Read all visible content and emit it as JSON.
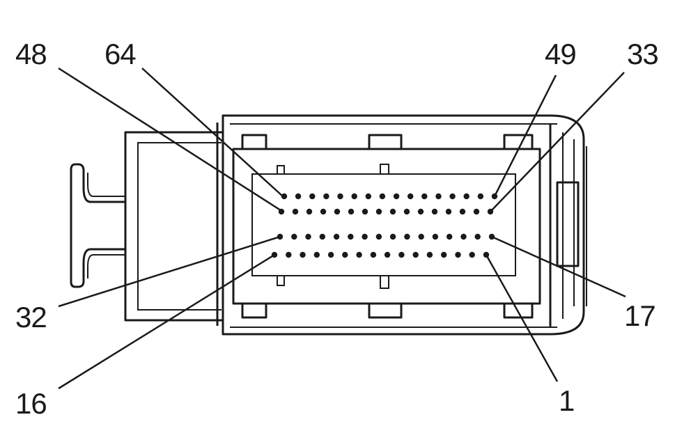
{
  "diagram": {
    "pin_labels": {
      "p48": "48",
      "p64": "64",
      "p49": "49",
      "p33": "33",
      "p32": "32",
      "p16": "16",
      "p17": "17",
      "p1": "1"
    },
    "pin_rows": [
      16,
      16,
      16,
      16
    ],
    "line_color": "#1a1a1a",
    "background_color": "#ffffff"
  }
}
